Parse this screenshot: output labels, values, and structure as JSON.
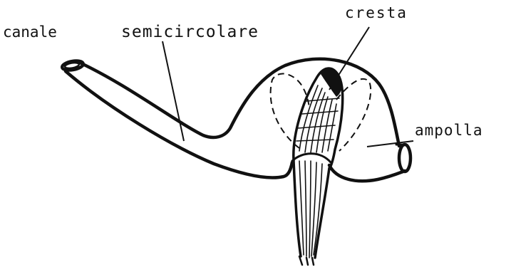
{
  "labels": {
    "canale": "canale",
    "semicircolare": "semicircolare",
    "cresta": "cresta",
    "ampolla": "ampolla"
  },
  "colors": {
    "ink": "#111111",
    "paper": "#ffffff"
  }
}
